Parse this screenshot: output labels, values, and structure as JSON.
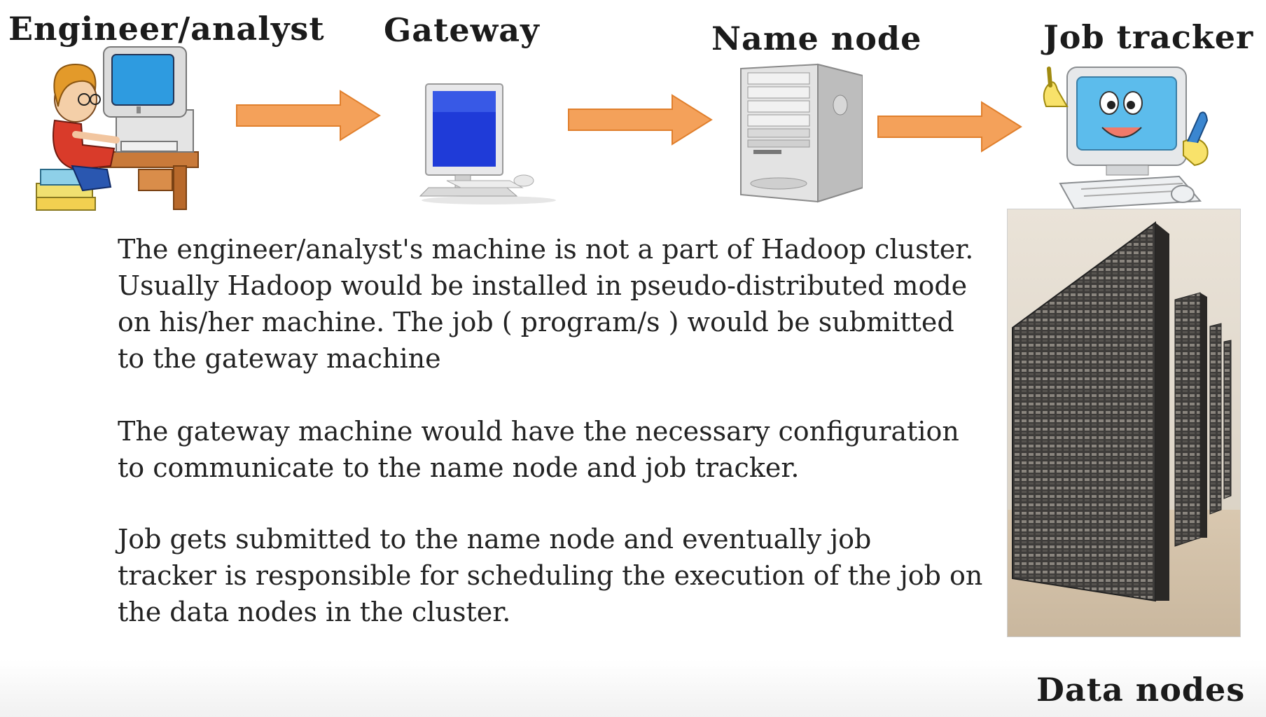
{
  "nodes": {
    "engineer": {
      "label": "Engineer/analyst",
      "icon": "engineer-at-computer-icon"
    },
    "gateway": {
      "label": "Gateway",
      "icon": "desktop-monitor-icon"
    },
    "name_node": {
      "label": "Name node",
      "icon": "server-tower-icon"
    },
    "job_tracker": {
      "label": "Job tracker",
      "icon": "smiling-computer-icon"
    },
    "data_nodes": {
      "label": "Data nodes",
      "icon": "server-racks-photo-icon"
    }
  },
  "arrows": [
    {
      "from": "engineer",
      "to": "gateway"
    },
    {
      "from": "gateway",
      "to": "name_node"
    },
    {
      "from": "name_node",
      "to": "job_tracker"
    }
  ],
  "colors": {
    "arrow_fill": "#f4a15a",
    "arrow_stroke": "#e07f2c",
    "text": "#232323"
  },
  "paragraphs": [
    {
      "lines": [
        "The engineer/analyst's machine is not a part of Hadoop cluster.",
        "Usually Hadoop would be installed in pseudo-distributed mode",
        "on his/her machine. The job ( program/s ) would be submitted",
        "to the  gateway machine"
      ]
    },
    {
      "lines": [
        "The gateway machine  would have the necessary configuration",
        "to communicate to the name node and job tracker."
      ]
    },
    {
      "lines": [
        "Job gets submitted to the name node and eventually job",
        "tracker is responsible for scheduling the execution of the job on",
        "the data nodes in the cluster."
      ]
    }
  ]
}
